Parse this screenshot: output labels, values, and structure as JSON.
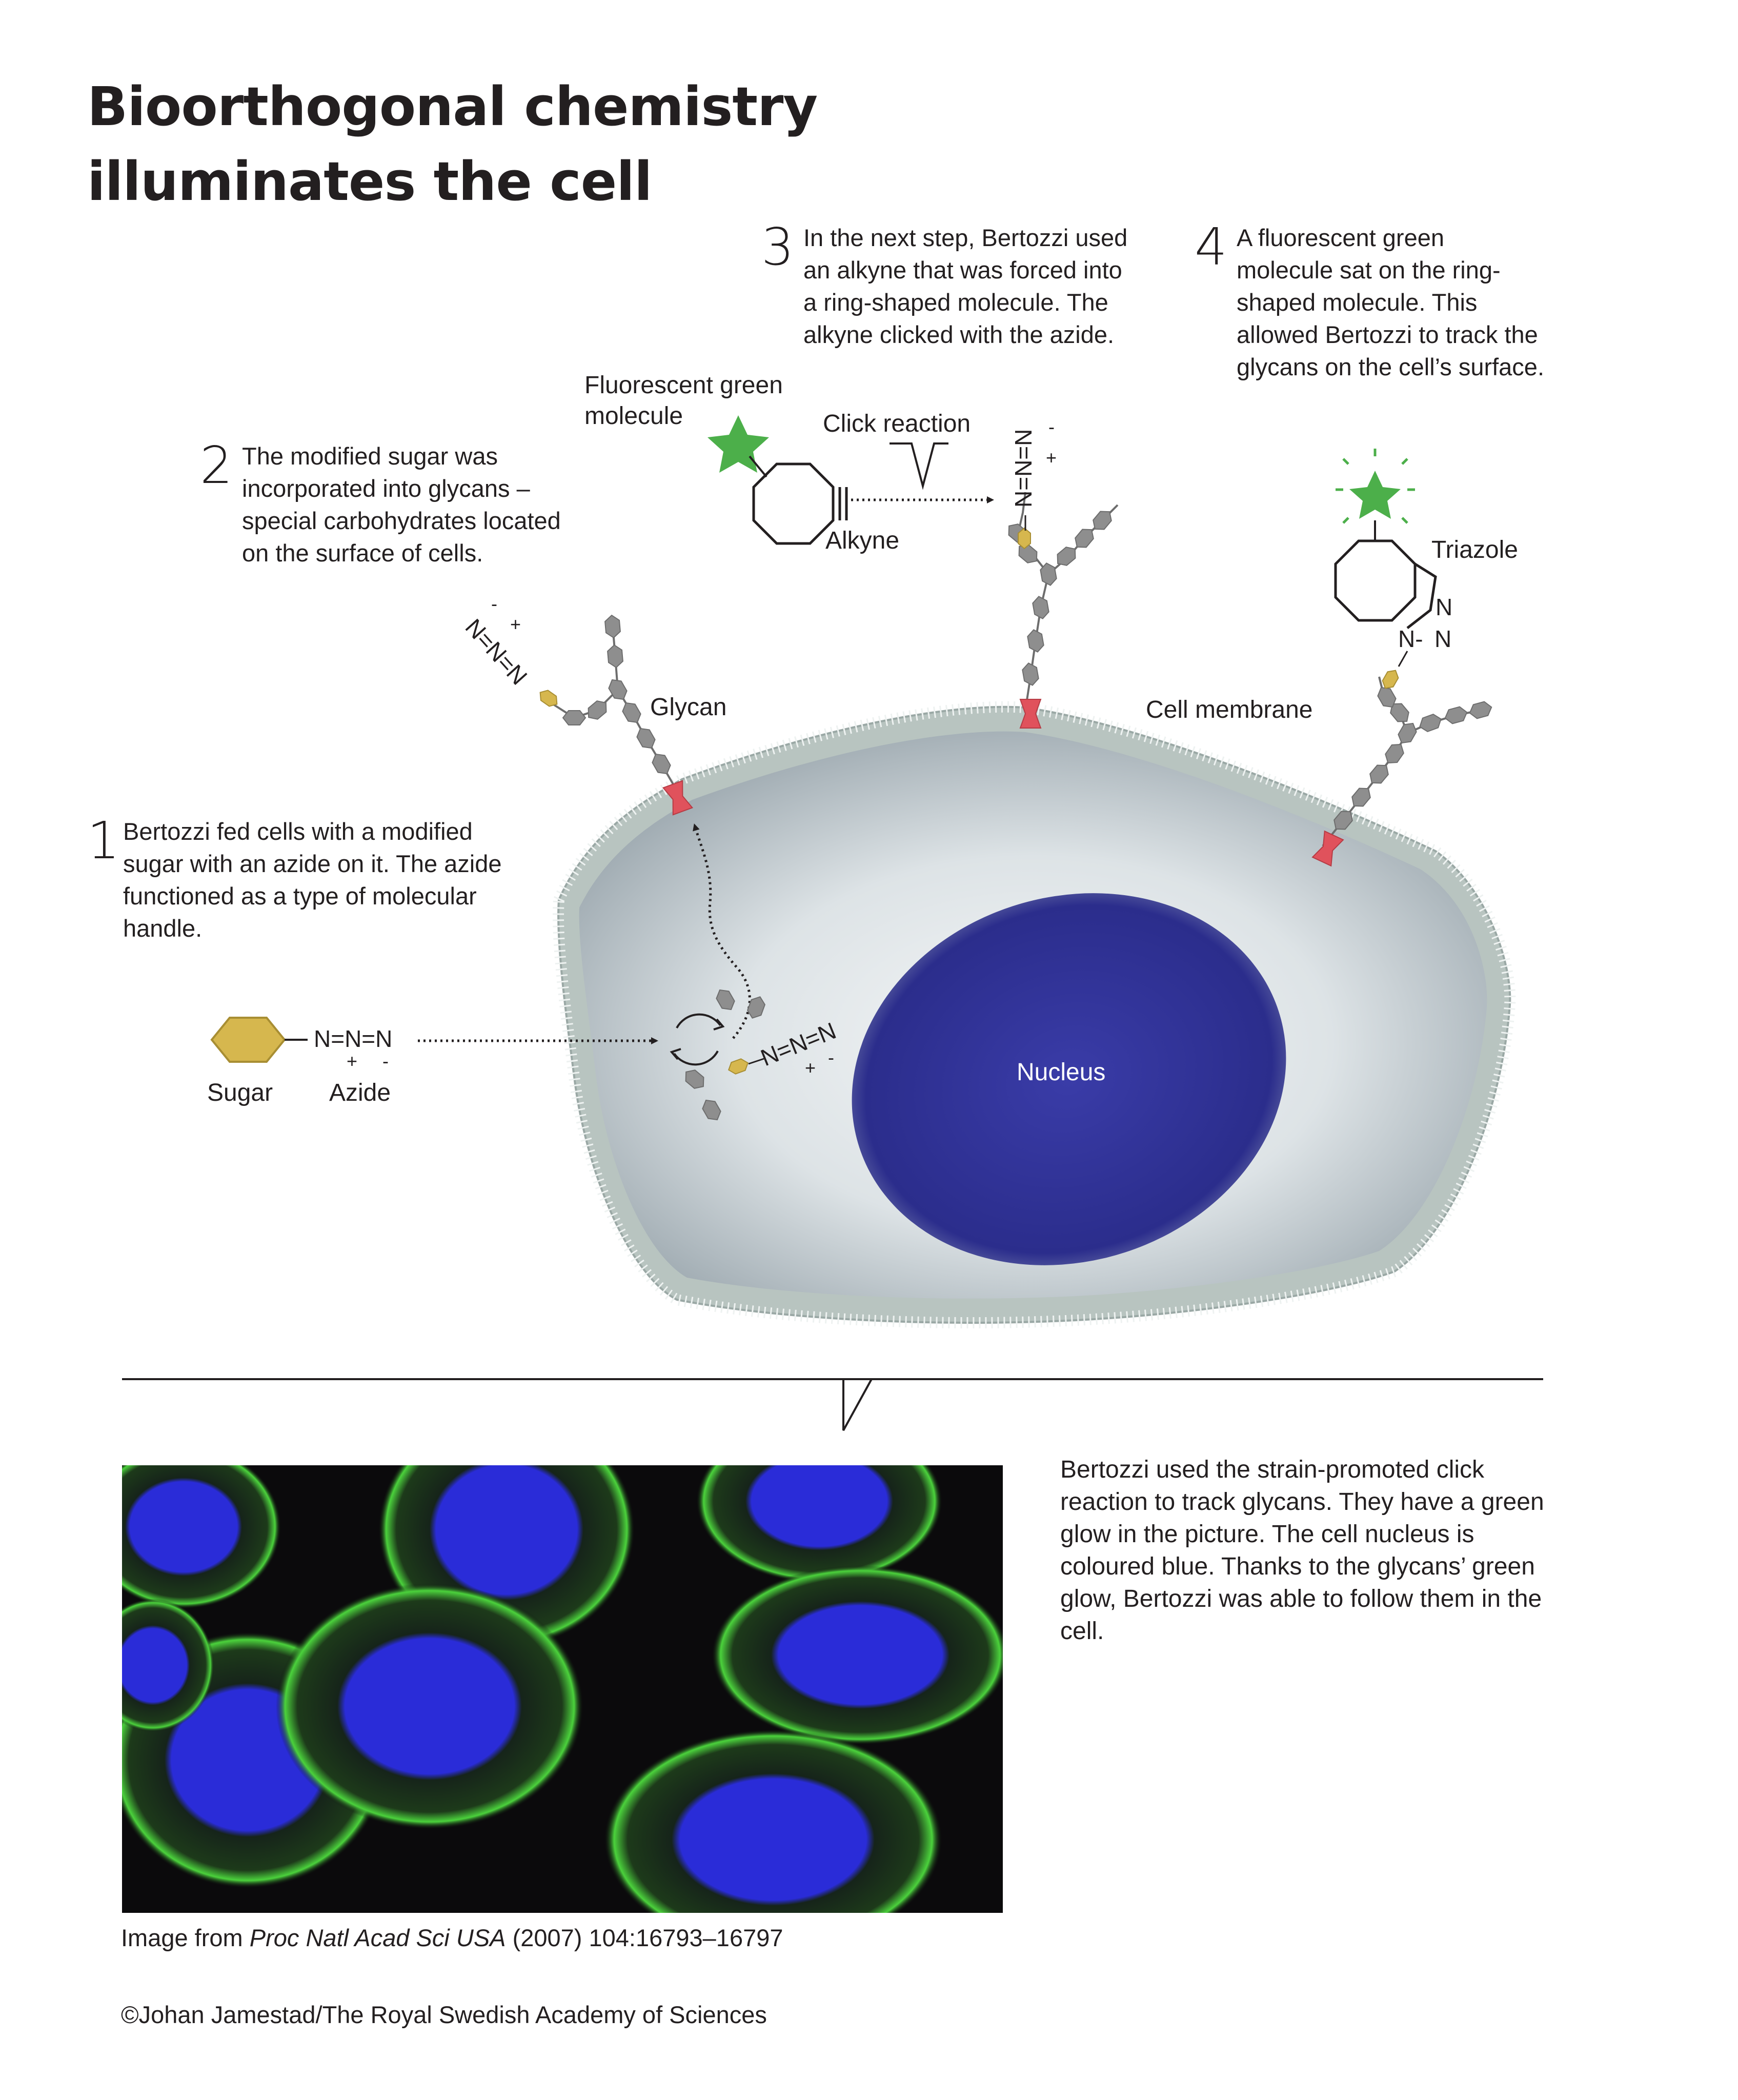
{
  "title": {
    "line1": "Bioorthogonal chemistry",
    "line2": "illuminates the cell"
  },
  "steps": [
    {
      "number": "1",
      "lines": [
        "Bertozzi fed cells with a modified",
        "sugar with an azide on it. The azide",
        "functioned as a type of molecular",
        "handle."
      ]
    },
    {
      "number": "2",
      "lines": [
        "The modified sugar was",
        "incorporated into glycans –",
        "special carbohydrates located",
        "on the surface of cells."
      ]
    },
    {
      "number": "3",
      "lines": [
        "In the next step, Bertozzi used",
        "an alkyne that was forced into",
        "a ring-shaped molecule. The",
        "alkyne clicked with the azide."
      ]
    },
    {
      "number": "4",
      "lines": [
        "A fluorescent green",
        "molecule sat on the ring-",
        "shaped molecule. This",
        "allowed Bertozzi to track the",
        "glycans on the cell’s surface."
      ]
    }
  ],
  "labels": {
    "fluorescent_line1": "Fluorescent green",
    "fluorescent_line2": "molecule",
    "click_reaction": "Click reaction",
    "alkyne": "Alkyne",
    "triazole": "Triazole",
    "glycan": "Glycan",
    "cell_membrane": "Cell membrane",
    "nucleus": "Nucleus",
    "sugar": "Sugar",
    "azide": "Azide"
  },
  "chem": {
    "azide_formula": "N=N=N",
    "plus": "+",
    "minus": "-",
    "n": "N",
    "n_dash": "N-"
  },
  "photo_caption": {
    "lines": [
      "Bertozzi used the strain-promoted click",
      "reaction to track glycans. They have a green",
      "glow in the picture. The cell nucleus is",
      "coloured blue. Thanks to the glycans’ green",
      "glow, Bertozzi was able to follow them in the",
      "cell."
    ]
  },
  "image_credit": {
    "prefix": "Image from ",
    "journal": "Proc Natl Acad Sci USA",
    "suffix": " (2007) 104:16793–16797"
  },
  "copyright": "©Johan Jamestad/The Royal Swedish Academy of Sciences",
  "colors": {
    "text": "#231f20",
    "nucleus": "#2e2f8f",
    "cytoplasm": "#c9d1d6",
    "membrane": "#b8c4c0",
    "sugar": "#d6b74e",
    "glycan_unit": "#8e8e8e",
    "anchor": "#e0525c",
    "fluorophore": "#4caf4a",
    "photo_background": "#0b0a0c",
    "photo_glycan_glow": "#4bd23c",
    "photo_nucleus": "#2a2cd8"
  },
  "icons": [
    "fluorophore-star-icon",
    "sugar-hexagon-icon",
    "cyclooctyne-ring-icon",
    "cycle-arrows-icon"
  ]
}
